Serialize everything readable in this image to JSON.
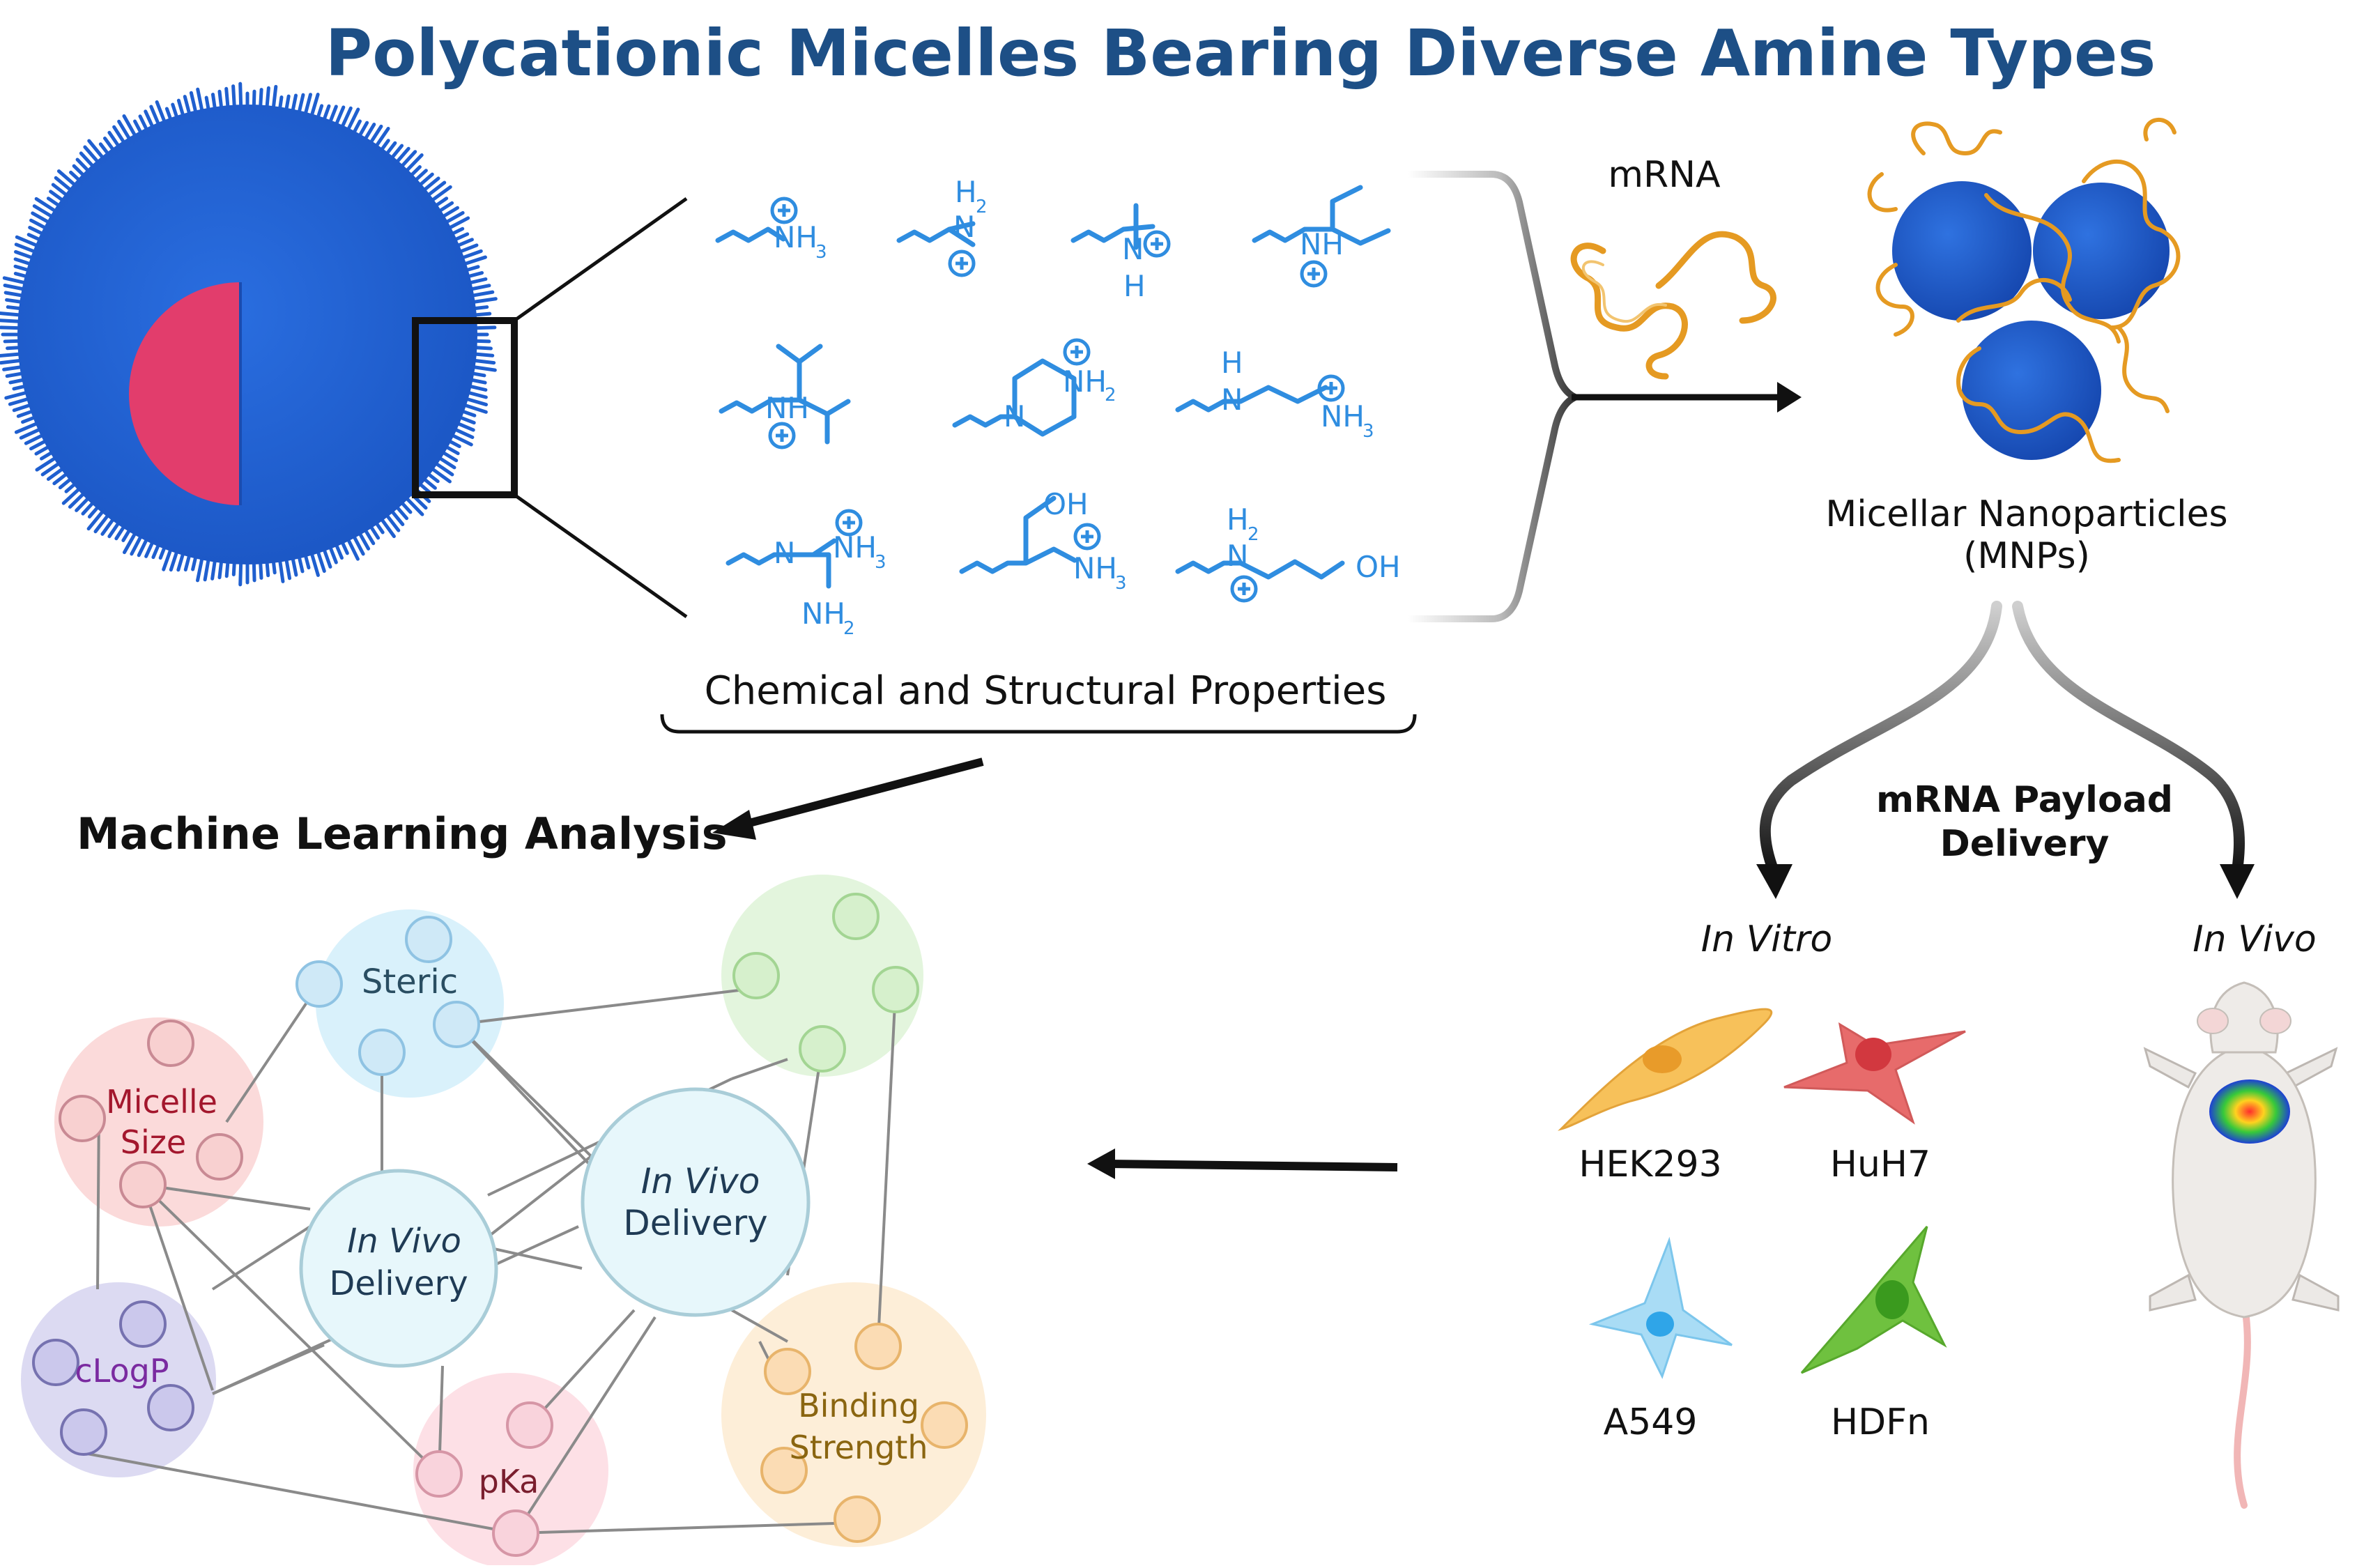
{
  "title": "Polycationic Micelles Bearing Diverse Amine Types",
  "colors": {
    "title": "#1d4f86",
    "micelle": "#1f5fcf",
    "core": "#e23d6c",
    "chem": "#2f8de0",
    "mrna": "#e59a22",
    "arrow": "#111111"
  },
  "amines": {
    "r1": [
      {
        "labels": [
          "NH",
          "3"
        ]
      },
      {
        "labels": [
          "H",
          "2",
          "N"
        ]
      },
      {
        "labels": [
          "N",
          "H"
        ]
      },
      {
        "labels": [
          "NH"
        ]
      }
    ],
    "r2": [
      {
        "labels": [
          "NH"
        ]
      },
      {
        "labels": [
          "N",
          "NH",
          "2"
        ]
      },
      {
        "labels": [
          "H",
          "N",
          "NH",
          "3"
        ]
      }
    ],
    "r3": [
      {
        "labels": [
          "N",
          "NH",
          "3",
          "NH",
          "2"
        ]
      },
      {
        "labels": [
          "OH",
          "NH",
          "3"
        ]
      },
      {
        "labels": [
          "H",
          "2",
          "N",
          "OH"
        ]
      }
    ]
  },
  "chem_caption": "Chemical and Structural Properties",
  "mrna_label": "mRNA",
  "mnp_label": [
    "Micellar Nanoparticles",
    "(MNPs)"
  ],
  "ml_title": "Machine Learning Analysis",
  "payload_label": [
    "mRNA Payload",
    "Delivery"
  ],
  "in_vitro": "In Vitro",
  "in_vivo": "In Vivo",
  "cells": [
    "HEK293",
    "HuH7",
    "A549",
    "HDFn"
  ],
  "network": {
    "steric": "Steric",
    "micelle_size": [
      "Micelle",
      "Size"
    ],
    "clogp": "cLogP",
    "pka": "pKa",
    "binding": [
      "Binding",
      "Strength"
    ],
    "center1": [
      "In Vivo",
      "Delivery"
    ],
    "center2": [
      "In Vivo",
      "Delivery"
    ]
  }
}
